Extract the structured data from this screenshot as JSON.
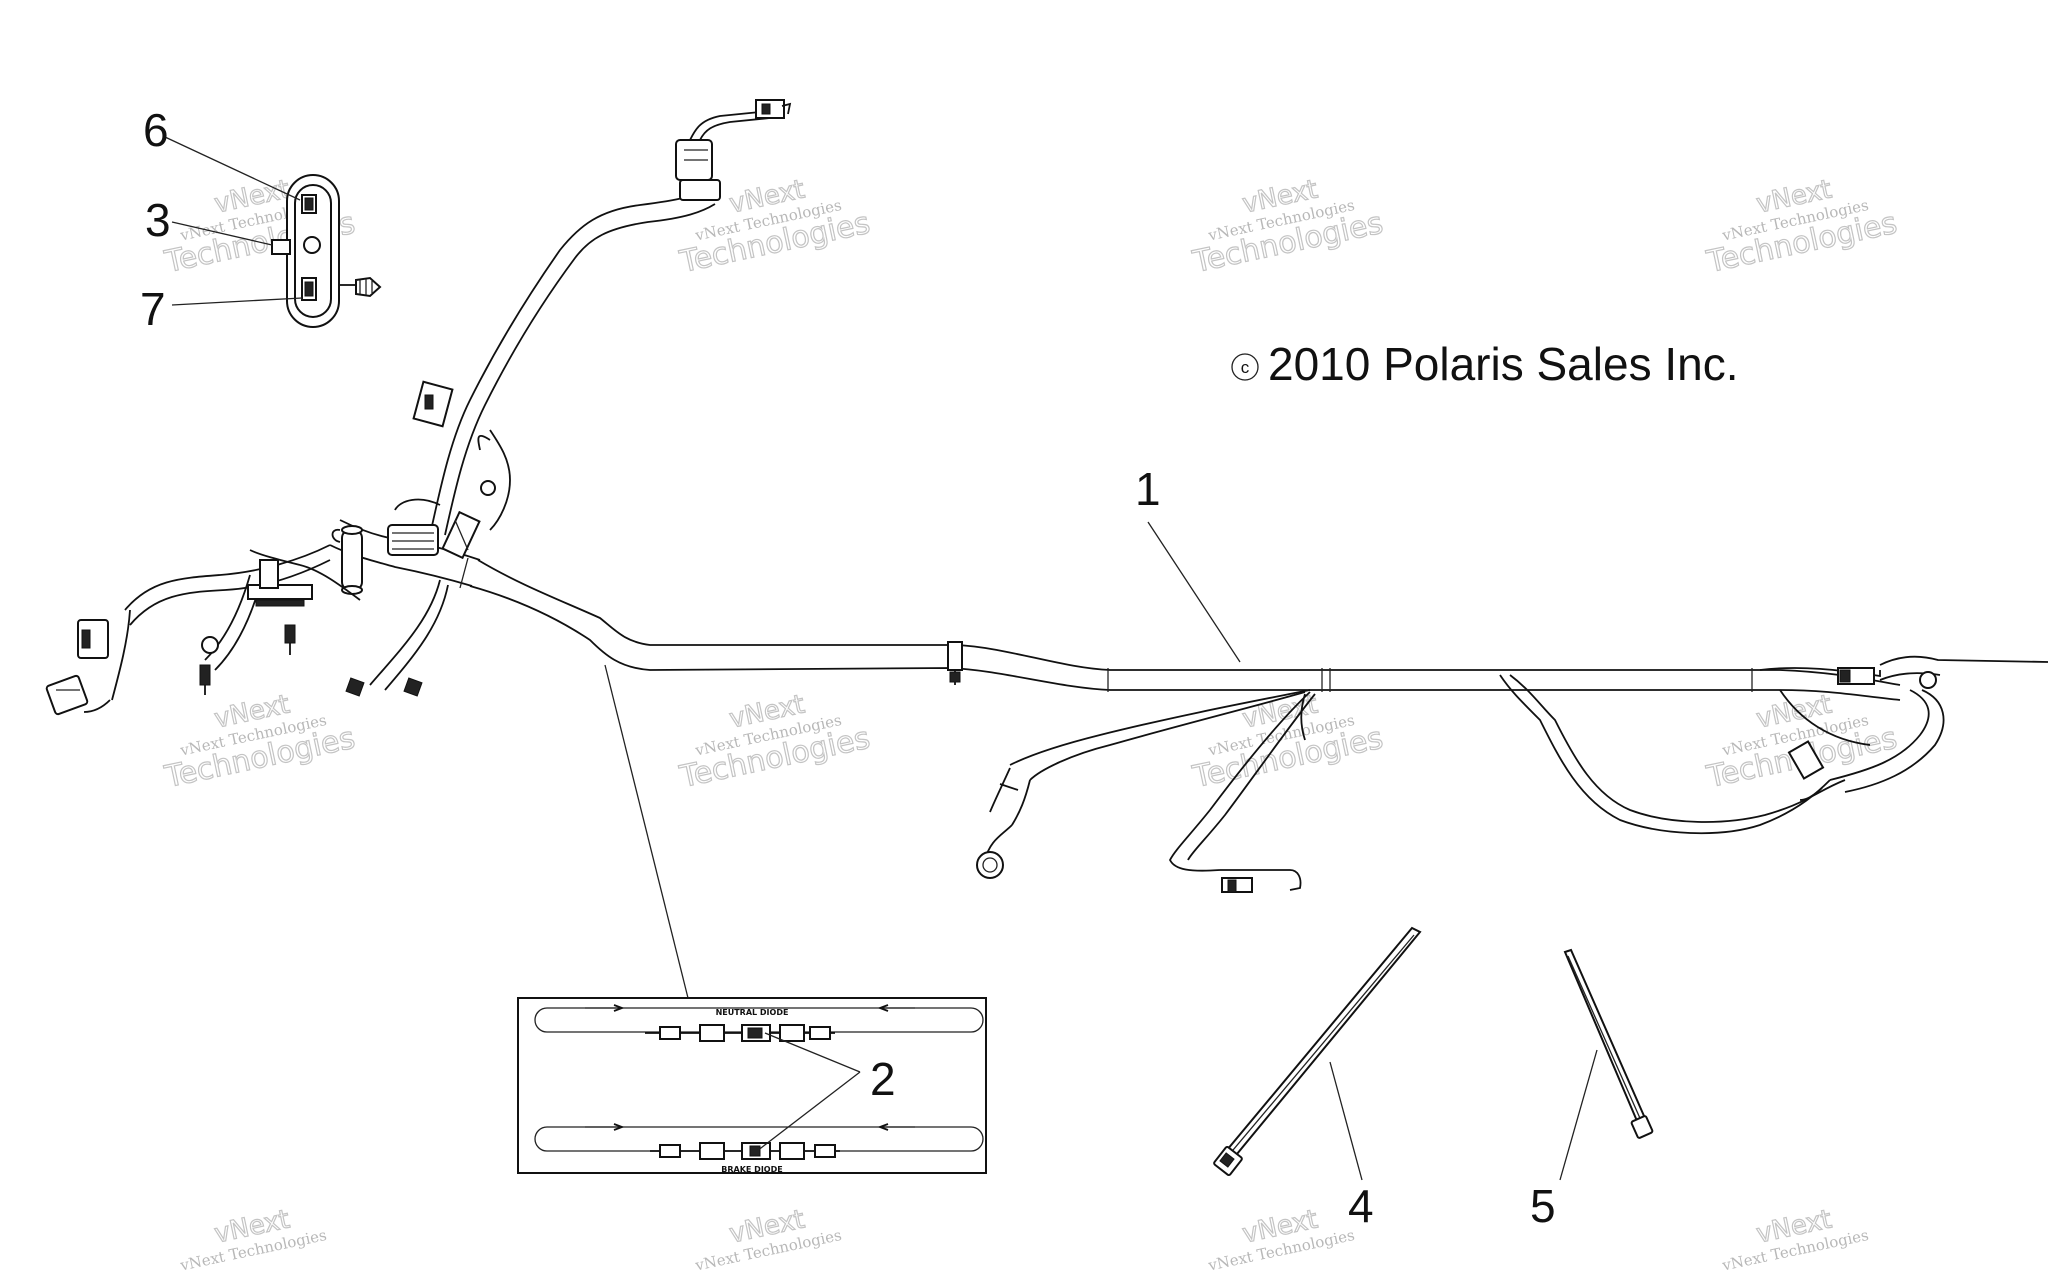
{
  "copyright": "2010 Polaris Sales Inc.",
  "copyright_symbol": "c",
  "callouts": {
    "c1": "1",
    "c2": "2",
    "c3": "3",
    "c4": "4",
    "c5": "5",
    "c6": "6",
    "c7": "7"
  },
  "inset": {
    "top_label": "NEUTRAL DIODE",
    "bottom_label": "BRAKE DIODE"
  },
  "watermark": {
    "line1": "vNext Technologies",
    "line2": "Technologies",
    "line3": "vNext"
  },
  "colors": {
    "line": "#111111",
    "watermark": "#b8b8b8",
    "background": "#ffffff"
  }
}
